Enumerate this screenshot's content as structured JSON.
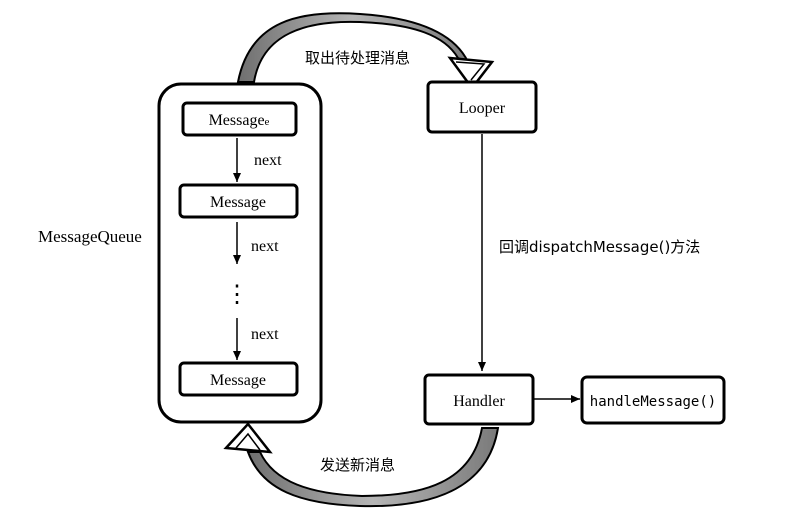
{
  "queue": {
    "label": "MessageQueue",
    "messages": [
      {
        "label": "Message",
        "suffix": "e"
      },
      {
        "label": "Message",
        "suffix": ""
      },
      {
        "label": "Message",
        "suffix": ""
      }
    ],
    "next_labels": [
      "next",
      "next",
      "next"
    ],
    "ellipsis": "⋮"
  },
  "looper": {
    "label": "Looper"
  },
  "handler": {
    "label": "Handler"
  },
  "handle_message": {
    "label": "handleMessage()"
  },
  "arrows": {
    "take_message": "取出待处理消息",
    "callback": "回调dispatchMessage()方法",
    "send_message": "发送新消息"
  },
  "colors": {
    "stroke": "#000000",
    "curved_fill": "#9a9a9a",
    "background": "#ffffff"
  }
}
